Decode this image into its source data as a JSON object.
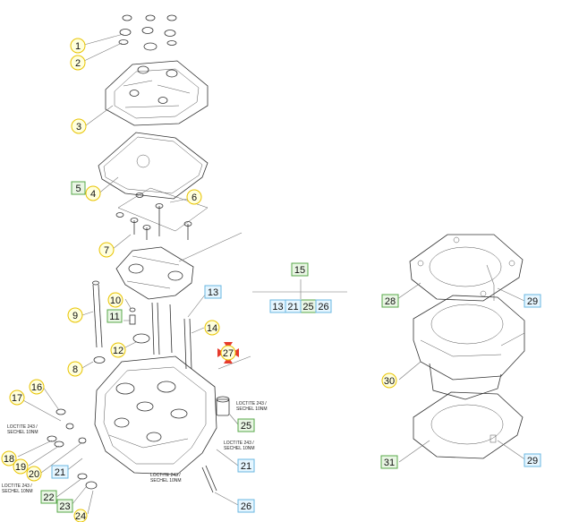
{
  "colors": {
    "yellow_fill": "#ffffdd",
    "yellow_stroke": "#e8c300",
    "blue_fill": "#e6f6ff",
    "blue_stroke": "#6ab7e0",
    "green_fill": "#e9f6e4",
    "green_stroke": "#58a84a",
    "marker": "#e63b2e"
  },
  "callouts": {
    "c1": {
      "label": "1",
      "style": "circle-yellow"
    },
    "c2": {
      "label": "2",
      "style": "circle-yellow"
    },
    "c3": {
      "label": "3",
      "style": "circle-yellow"
    },
    "c4": {
      "label": "4",
      "style": "circle-yellow"
    },
    "c5": {
      "label": "5",
      "style": "square-green"
    },
    "c6": {
      "label": "6",
      "style": "circle-yellow"
    },
    "c7": {
      "label": "7",
      "style": "circle-yellow"
    },
    "c8": {
      "label": "8",
      "style": "circle-yellow"
    },
    "c9": {
      "label": "9",
      "style": "circle-yellow"
    },
    "c10": {
      "label": "10",
      "style": "circle-yellow"
    },
    "c11": {
      "label": "11",
      "style": "square-green"
    },
    "c12": {
      "label": "12",
      "style": "circle-yellow"
    },
    "c13": {
      "label": "13",
      "style": "square-blue"
    },
    "c14": {
      "label": "14",
      "style": "circle-yellow"
    },
    "c15": {
      "label": "15",
      "style": "square-green"
    },
    "c15_13": {
      "label": "13",
      "style": "square-blue"
    },
    "c15_21": {
      "label": "21",
      "style": "square-blue"
    },
    "c15_25": {
      "label": "25",
      "style": "square-green"
    },
    "c15_26": {
      "label": "26",
      "style": "square-blue"
    },
    "c16": {
      "label": "16",
      "style": "circle-yellow"
    },
    "c17": {
      "label": "17",
      "style": "circle-yellow"
    },
    "c18": {
      "label": "18",
      "style": "circle-yellow"
    },
    "c19": {
      "label": "19",
      "style": "circle-yellow"
    },
    "c20": {
      "label": "20",
      "style": "circle-yellow"
    },
    "c21a": {
      "label": "21",
      "style": "square-blue"
    },
    "c21b": {
      "label": "21",
      "style": "square-blue"
    },
    "c22": {
      "label": "22",
      "style": "square-green"
    },
    "c23": {
      "label": "23",
      "style": "square-green"
    },
    "c24": {
      "label": "24",
      "style": "circle-yellow"
    },
    "c25": {
      "label": "25",
      "style": "square-green"
    },
    "c26": {
      "label": "26",
      "style": "square-blue"
    },
    "c27": {
      "label": "27",
      "style": "circle-yellow-marker"
    },
    "c28": {
      "label": "28",
      "style": "square-green"
    },
    "c29a": {
      "label": "29",
      "style": "square-blue"
    },
    "c29b": {
      "label": "29",
      "style": "square-blue"
    },
    "c30": {
      "label": "30",
      "style": "circle-yellow"
    },
    "c31": {
      "label": "31",
      "style": "square-green"
    }
  },
  "notes": {
    "n1_l1": "LOCTITE 243 /",
    "n1_l2": "SECHEL 10NM",
    "n2_l1": "LOCTITE 243 /",
    "n2_l2": "SECHEL 10NM",
    "n3_l1": "LOCTITE 243 /",
    "n3_l2": "SECHEL 10NM",
    "n4_l1": "LOCTITE 243 /",
    "n4_l2": "SECHEL 10NM",
    "n5_l1": "LOCTITE 243 /",
    "n5_l2": "SECHEL 10NM"
  },
  "icons": {
    "marker": "red-arrow-cross-icon"
  }
}
